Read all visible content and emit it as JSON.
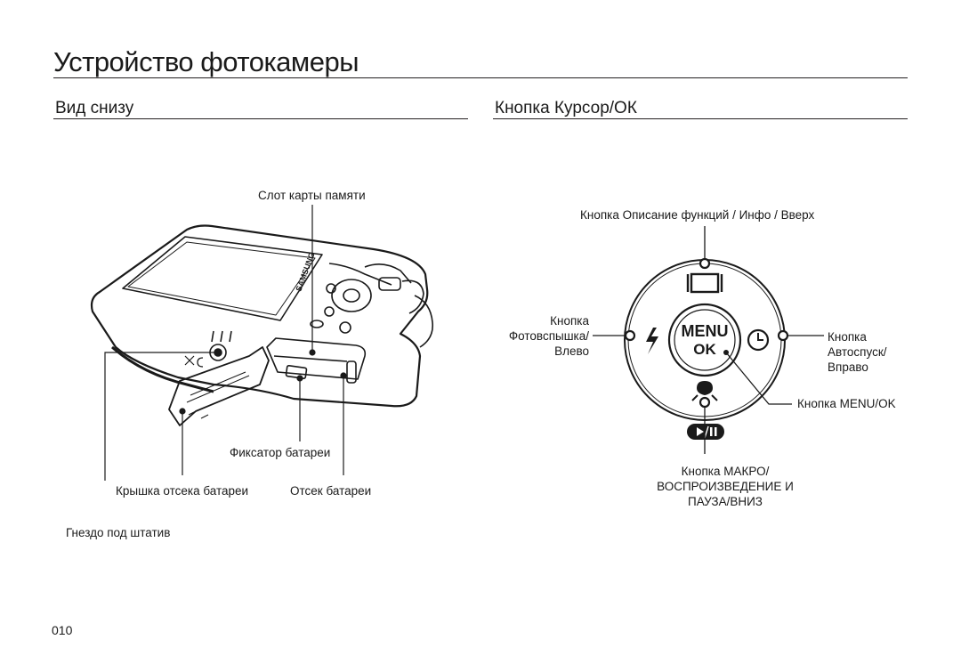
{
  "page": {
    "title": "Устройство фотокамеры",
    "page_number": "010"
  },
  "bottom_view": {
    "heading": "Вид снизу",
    "labels": {
      "memory_slot": "Слот карты памяти",
      "battery_lock": "Фиксатор батареи",
      "battery_cover": "Крышка отсека батареи",
      "battery_chamber": "Отсек батареи",
      "tripod_socket": "Гнездо под штатив"
    },
    "camera_brand": "SAMSUNG"
  },
  "cursor_ok": {
    "heading": "Кнопка Курсор/ОК",
    "labels": {
      "up": "Кнопка Описание функций / Инфо / Вверх",
      "left": [
        "Кнопка",
        "Фотовспышка/",
        "Влево"
      ],
      "right": [
        "Кнопка",
        "Автоспуск/",
        "Вправо"
      ],
      "menu_ok": "Кнопка MENU/OK",
      "down": [
        "Кнопка МАКРО/",
        "ВОСПРОИЗВЕДЕНИЕ И",
        "ПАУЗА/ВНИЗ"
      ]
    },
    "dial": {
      "menu_text": "MENU",
      "ok_text": "OK"
    }
  }
}
